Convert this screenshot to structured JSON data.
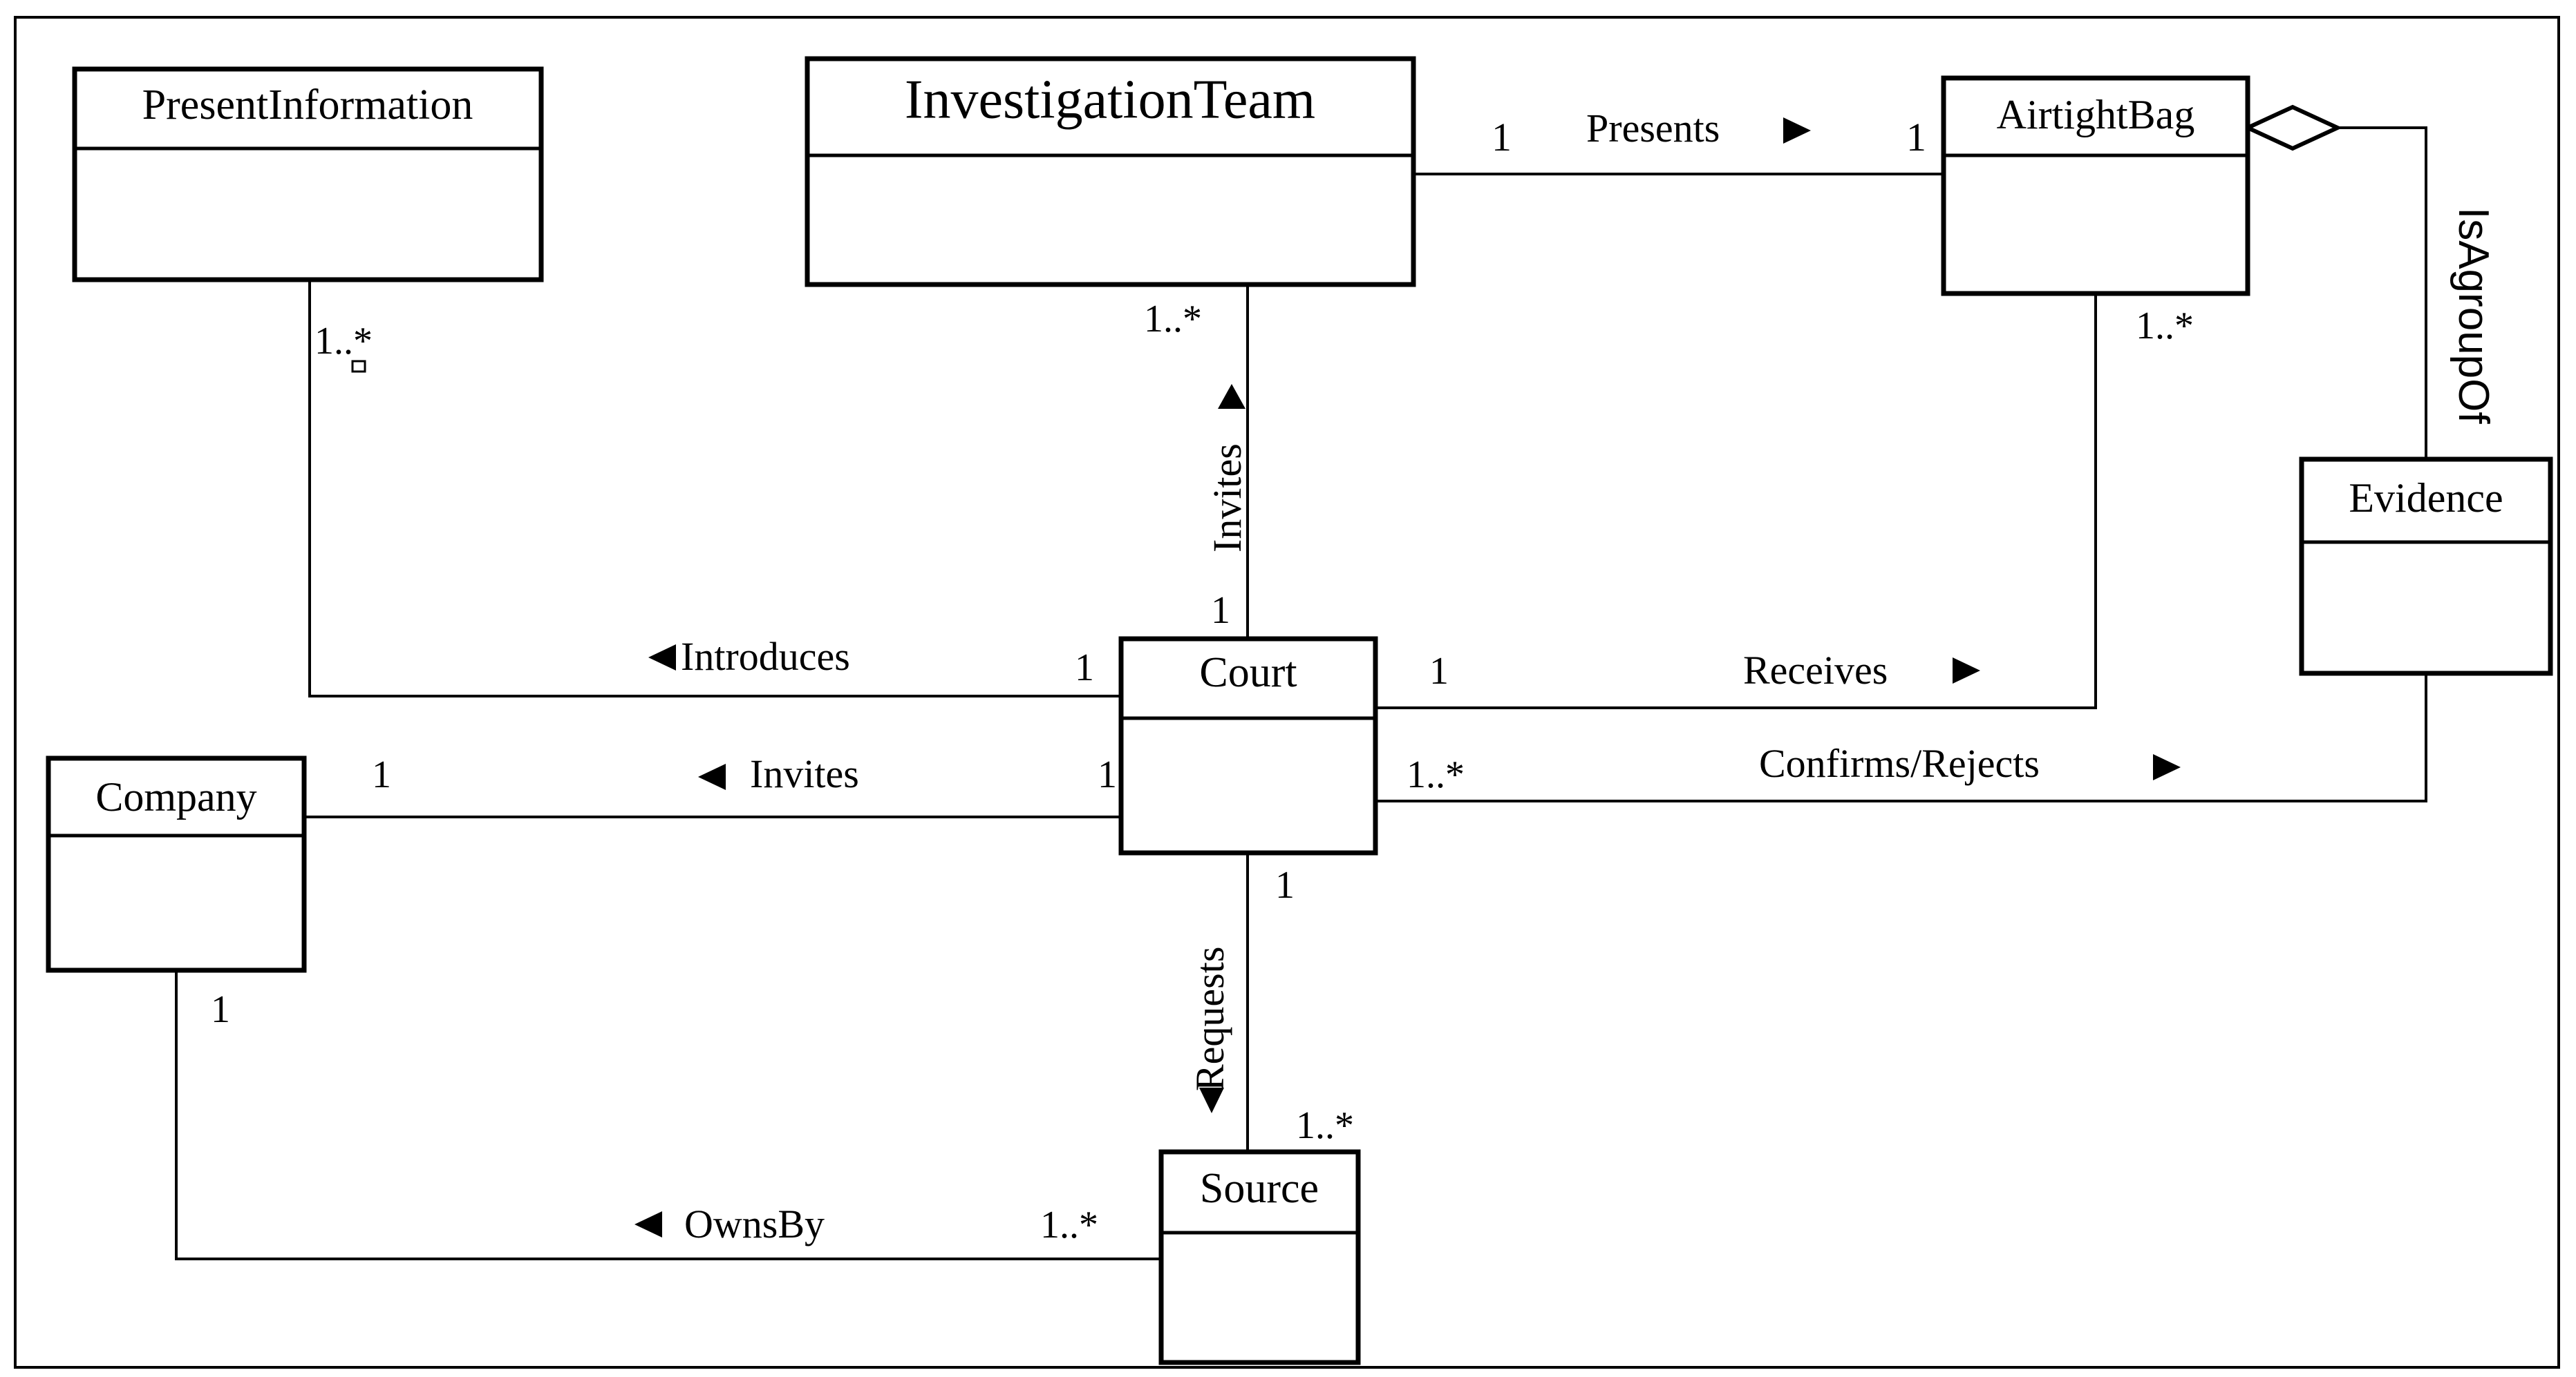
{
  "classes": {
    "present_information": "PresentInformation",
    "investigation_team": "InvestigationTeam",
    "airtight_bag": "AirtightBag",
    "evidence": "Evidence",
    "court": "Court",
    "company": "Company",
    "source": "Source"
  },
  "associations": {
    "presents": {
      "label": "Presents",
      "mult_team": "1",
      "mult_bag": "1"
    },
    "invites_team": {
      "label": "Invites",
      "mult_team": "1..*",
      "mult_court": "1"
    },
    "introduces": {
      "label": "Introduces",
      "mult_info": "1..*",
      "mult_court": "1"
    },
    "receives": {
      "label": "Receives",
      "mult_court": "1",
      "mult_bag": "1..*"
    },
    "confirms_rejects": {
      "label": "Confirms/Rejects",
      "mult_court": "1..*"
    },
    "invites_company": {
      "label": "Invites",
      "mult_company": "1",
      "mult_court": "1"
    },
    "requests": {
      "label": "Requests",
      "mult_court": "1",
      "mult_source": "1..*"
    },
    "owns_by": {
      "label": "OwnsBy",
      "mult_company": "1",
      "mult_source": "1..*"
    },
    "is_a_group_of": {
      "label": "IsAgroupOf"
    }
  },
  "colors": {
    "line": "#000000",
    "background": "#ffffff"
  }
}
